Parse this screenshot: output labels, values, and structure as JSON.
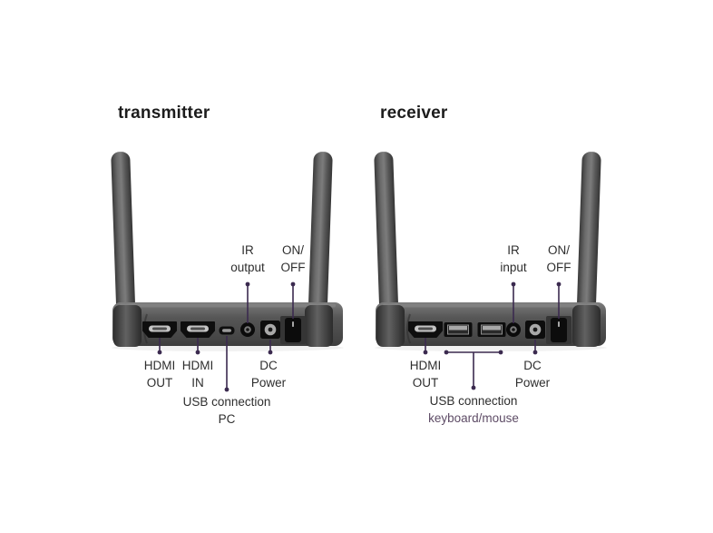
{
  "colors": {
    "background": "#ffffff",
    "annotation": "#3b2a4f",
    "heading_text": "#1c1c1c",
    "label_text": "#2e2e2e",
    "muted_purple_text": "#5e4c66"
  },
  "transmitter": {
    "heading": "transmitter",
    "labels": {
      "ir_output": {
        "line1": "IR",
        "line2": "output"
      },
      "on_off": {
        "line1": "ON/",
        "line2": "OFF"
      },
      "hdmi_out": {
        "line1": "HDMI",
        "line2": "OUT"
      },
      "hdmi_in": {
        "line1": "HDMI",
        "line2": "IN"
      },
      "dc_power": {
        "line1": "DC",
        "line2": "Power"
      },
      "usb": {
        "line1": "USB connection",
        "line2": "PC"
      }
    },
    "ports": [
      "hdmi-out-port",
      "hdmi-in-port",
      "micro-usb-port",
      "ir-jack",
      "dc-power-jack",
      "power-switch"
    ]
  },
  "receiver": {
    "heading": "receiver",
    "labels": {
      "ir_input": {
        "line1": "IR",
        "line2": "input"
      },
      "on_off": {
        "line1": "ON/",
        "line2": "OFF"
      },
      "hdmi_out": {
        "line1": "HDMI",
        "line2": "OUT"
      },
      "dc_power": {
        "line1": "DC",
        "line2": "Power"
      },
      "usb": {
        "line1": "USB connection",
        "line2": "keyboard/mouse"
      }
    },
    "ports": [
      "hdmi-out-port",
      "usb-a-port-1",
      "usb-a-port-2",
      "ir-jack",
      "dc-power-jack",
      "power-switch"
    ]
  }
}
